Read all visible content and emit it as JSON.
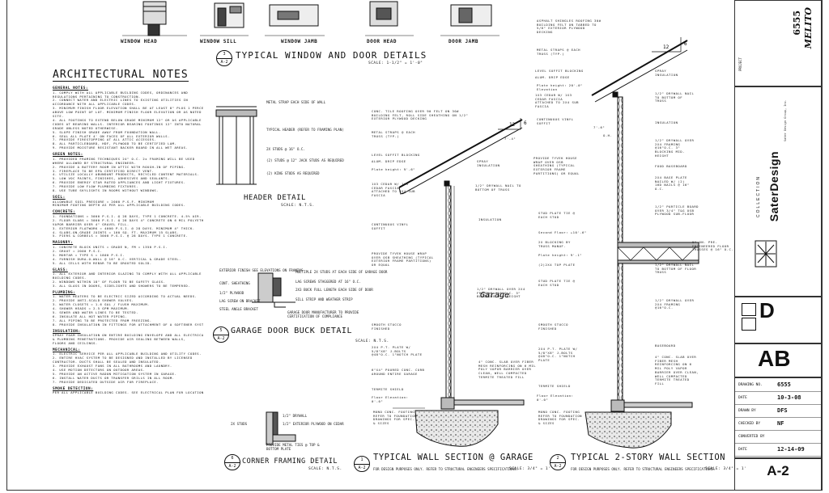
{
  "window_details": {
    "labels": [
      "WINDOW HEAD",
      "WINDOW SILL",
      "WINDOW JAMB",
      "DOOR HEAD",
      "DOOR JAMB"
    ],
    "title": "TYPICAL WINDOW AND DOOR DETAILS",
    "scale": "SCALE: 1-1/2\" = 1'-0\"",
    "tag_top": "3",
    "tag_bottom": "A-2"
  },
  "notes": {
    "title": "ARCHITECTURAL NOTES",
    "sections": [
      {
        "head": "GENERAL NOTES:",
        "lines": [
          "1. COMPLY WITH ALL APPLICABLE BUILDING CODES, ORDINANCES AND",
          "REGULATIONS PERTAINING TO CONSTRUCTION.",
          "2. CONNECT WATER AND ELECTRIC LINES TO EXISTING UTILITIES IN",
          "ACCORDANCE WITH ALL APPLICABLE CODES.",
          "3. MINIMUM FINISH FLOOR ELEVATION SHALL BE AT LEAST 8\" PLUS 1 PERCENT",
          "ABOVE LOW POINT OF LOT. MINIMUM FINISH FLOOR ELEVATION OR AS NOTED ON",
          "SITE.",
          "4. ALL FOOTINGS TO EXTEND BELOW GRADE MINIMUM 12\" OR AS APPLICABLE",
          "CODES AT BEARING WALLS. INTERIOR BEARING FOOTINGS 12\" INTO NATURAL",
          "GRADE UNLESS NOTED OTHERWISE.",
          "5. SLOPE FINISH GRADE AWAY FROM FOUNDATION WALL.",
          "6. SEAL ALL PLATE 4' ON FACES OF ALL EXTERIOR WALLS.",
          "7. PROVIDE FIRESTOPPING AT ALL ATTIC ACCESSES.",
          "8. ALL PARTICLEBOARD, HDF, PLYWOOD TO BE CERTIFIED LAM.",
          "9. PROVIDE MOISTURE RESISTANT BACKER BOARD IN ALL WET AREAS."
        ]
      },
      {
        "head": "GREEN NOTES:",
        "lines": [
          "1. PROVIDED FRAMING TECHNIQUES 24\" O.C. 2x FRAMING WILL BE USED",
          "WHERE ALLOWED BY STRUCTURAL ENGINEER.",
          "2. PROVIDE A BATTERY ROOM IN ATTIC WITH ROUGH-IN OF PIPING.",
          "3. FIREPLACE TO BE EPA CERTIFIED DIRECT VENT.",
          "4. UTILIZE LOCALLY ABUNDANT PRODUCTS, RECYCLED CONTENT MATERIALS.",
          "5. LOW VOC PAINTS, FINISHES, ADHESIVES AND SEALANTS.",
          "6. PROVIDE ENERGY STAR RATED APPLIANCES AND LIGHT FIXTURES.",
          "7. PROVIDE LOW FLOW PLUMBING FIXTURES.",
          "8. USE TUBE SKYLIGHTS IN ROOMS WITHOUT WINDOWS."
        ]
      },
      {
        "head": "SOIL:",
        "lines": [
          "ALLOWABLE SOIL PRESSURE = 2000 P.S.F. MINIMUM",
          "MINIMUM FOOTING DEPTH AS PER ALL APPLICABLE BUILDING CODES."
        ]
      },
      {
        "head": "CONCRETE:",
        "lines": [
          "1. FOUNDATIONS = 3000 P.S.I. @ 28 DAYS, TYPE 1 CONCRETE. 4-5% AIR.",
          "2. FLOOR SLABS = 3000 P.S.I. @ 28 DAYS 4\" CONCRETE ON 6 MIL POLYETHYLENE",
          "VAPOR BARRIER OVER 4\" GRAVEL FILL.",
          "3. EXTERIOR FLATWORK = 4000 P.S.I. @ 28 DAYS. MINIMUM 4\" THICK.",
          "4. SLABS-ON-GRADE JOINTS = 100 SQ. FT. MAXIMUM 15 SLABS.",
          "5. PIERS & CORBELS = 3000 P.S.I. @ 28 DAYS. TYPE 1 CONCRETE."
        ]
      },
      {
        "head": "MASONRY:",
        "lines": [
          "1. CONCRETE BLOCK UNITS = GRADE N, FM = 1350 P.S.I.",
          "2. GROUT = 2000 P.S.I.",
          "3. MORTAR = TYPE S = 1800 P.S.I.",
          "4. FURNISH DURA-O-WALL @ 16\" O.C. VERTICAL & GRADE STEEL.",
          "5. ALL CELLS WITH REBAR TO BE GROUTED SOLID."
        ]
      },
      {
        "head": "GLASS:",
        "lines": [
          "1. ALL EXTERIOR AND INTERIOR GLAZING TO COMPLY WITH ALL APPLICABLE",
          "BUILDING CODES.",
          "2. WINDOWS WITHIN 18\" OF FLOOR TO BE SAFETY GLASS.",
          "3. ALL GLASS IN DOORS, SIDELIGHTS AND SHOWERS TO BE TEMPERED."
        ]
      },
      {
        "head": "PLUMBING:",
        "lines": [
          "1. WATER HEATERS TO BE ELECTRIC SIZED ACCORDING TO ACTUAL NEEDS.",
          "2. PROVIDE ANTI-SCALD SHOWER VALVES.",
          "3. WATER CLOSETS = 1.6 GAL / FLUSH MAXIMUM.",
          "4. SHOWER HEADS = 2.5 GPM MAXIMUM.",
          "5. SEWER AND WATER LINES TO BE TESTED.",
          "6. INSULATE ALL HOT WATER PIPING.",
          "7. ALL PIPING TO BE PROTECTED FROM FREEZING.",
          "8. PROVIDE INSULATION IN FITTINGS FOR ATTACHMENT OF A SOFTENER SYSTEM."
        ]
      },
      {
        "head": "INSULATION:",
        "lines": [
          "SPRAY FOAM INSULATION ON ENTIRE BUILDING ENVELOPE AND ALL ELECTRICAL",
          "& PLUMBING PENETRATIONS. PROVIDE AIR SEALING BETWEEN WALLS,",
          "FLOORS AND CEILINGS."
        ]
      },
      {
        "head": "MECHANICAL:",
        "lines": [
          "1. ELECTRIC SERVICE PER ALL APPLICABLE BUILDING AND UTILITY CODES.",
          "2. ENTIRE HVAC SYSTEM TO BE DESIGNED AND INSTALLED BY LICENSED",
          "CONTRACTOR. DUCTS SHALL BE SEALED AND INSULATED.",
          "3. PROVIDE EXHAUST FANS IN ALL BATHROOMS AND LAUNDRY.",
          "4. USE MOTION DETECTORS ON OUTDOOR AREAS.",
          "5. PROVIDE AN ACTIVE RADON MITIGATION SYSTEM IN GARAGE.",
          "6. INSTALL WATER DUCTS OR TRANSFER GRILLS IN ALL ROOM.",
          "7. PROVIDE DEDICATED OUTSIDE AIR FOR FIREPLACE."
        ]
      },
      {
        "head": "SMOKE DETECTION:",
        "lines": [
          "PER ALL APPLICABLE BUILDING CODES. SEE ELECTRICAL PLAN FOR LOCATIONS."
        ]
      }
    ]
  },
  "header_detail": {
    "title": "HEADER DETAIL",
    "scale": "SCALE: N.T.S.",
    "labels": [
      "METAL STRAP EACH SIDE OF WALL",
      "TYPICAL HEADER (REFER TO FRAMING PLAN)",
      "2X STUDS @ 16\" O.C.",
      "(2) STUDS @ 12\" JACK STUDS AS REQUIRED",
      "(2) KING STUDS AS REQUIRED"
    ]
  },
  "garage_buck": {
    "title": "GARAGE DOOR BUCK DETAIL",
    "scale": "SCALE: N.T.S.",
    "tag_top": "5",
    "tag_bottom": "A-2",
    "labels": [
      "EXTERIOR FINISH SEE ELEVATIONS ON FRAMING",
      "CONT. SHEATHING",
      "1/2\" PLYWOOD",
      "LAG SCREW ON BRACKET",
      "STEEL ANGLE BRACKET",
      "MULTIPLE 2X STUDS AT EACH SIDE OF GARAGE DOOR",
      "LAG SCREWS STAGGERED AT 16\" O.C.",
      "2X3 BUCK FULL LENGTH EACH SIDE OF DOOR",
      "SILL STRIP AND WEATHER STRIP",
      "GARAGE DOOR MANUFACTURER TO PROVIDE CERTIFICATION OF COMPLIANCE"
    ]
  },
  "corner_framing": {
    "title": "CORNER FRAMING DETAIL",
    "scale": "SCALE: N.T.S.",
    "tag_top": "6",
    "tag_bottom": "A-2",
    "labels": [
      "1/2\" DRYWALL",
      "1/2\" EXTERIOR PLYWOOD ON CEDAR",
      "2X STUDS",
      "PROVIDE METAL TIES @ TOP & BOTTOM PLATE"
    ]
  },
  "wall_garage": {
    "title": "TYPICAL WALL SECTION @ GARAGE",
    "room": "Garage",
    "scale": "SCALE: 3/4\" = 1'",
    "tag_top": "1",
    "tag_bottom": "A-2",
    "note": "FOR DESIGN PURPOSES ONLY. REFER TO STRUCTURAL ENGINEERS SPECIFICATIONS.",
    "pitch": "12",
    "rise": "6",
    "labels": [
      "CONC. TILE ROOFING OVER 90 FELT ON 30# BUILDING FELT, ROLL SIDE SHEATHING ON 1/2\" EXTERIOR PLYWOOD DECKING",
      "METAL STRAPS @ EACH TRUSS (TYP.)",
      "LEVEL SOFFIT BLOCKING",
      "ALUM. DRIP EDGE",
      "Plate height: 9'-6\"",
      "1X3 CEDAR W/ 1X3 CEDAR FASCIA ATTACHED TO 2X4 SUB FASCIA",
      "CONTINUOUS VINYL SOFFIT",
      "PROVIDE TYVEK HOUSE WRAP OVER OSB SHEATHING (TYPICAL EXTERIOR FRAME PARTITIONS) OR EQUAL",
      "SMOOTH STUCCO FINISHED",
      "2X4 P.T. PLATE W/ 5/8\"X8\" J-BOLTS @48\"O.C. 1\"NOTCH PLATE",
      "6\"X4\" POURED CONC. CURB AROUND ENTIRE GARAGE",
      "TERMITE SHIELD",
      "Floor Elevation: 0'-0\"",
      "MONO CONC. FOOTING REFER TO FOUNDATION DRAWINGS FOR SPEC. & SIZES",
      "SPRAY INSULATION",
      "1/2\" DRYWALL NAIL TO BOTTOM OF TRUSS",
      "INSULATION",
      "1/2\" DRYWALL OVER 2X4 FRAMING @16\"O.C. 3\" BLOCKING MID-HEIGHT",
      "4\" CONC. SLAB OVER FIBER MESH REINFORCING ON 6 MIL POLY VAPOR BARRIER OVER CLEAN, WELL COMPACTED TERMITE TREATED FILL",
      "7'-4\""
    ]
  },
  "wall_2story": {
    "title": "TYPICAL 2-STORY WALL SECTION",
    "scale": "SCALE: 3/4\" = 1'",
    "tag_top": "2",
    "tag_bottom": "A-2",
    "note": "FOR DESIGN PURPOSES ONLY. REFER TO STRUCTURAL ENGINEERS SPECIFICATIONS.",
    "pitch": "12",
    "rise": "6",
    "labels": [
      "ASPHALT SHINGLES ROOFING 30# BUILDING FELT ON TABBED TO 5/8\" EXTERIOR PLYWOOD DECKING",
      "METAL STRAPS @ EACH TRUSS (TYP.)",
      "LEVEL SOFFIT BLOCKING",
      "ALUM. DRIP EDGE",
      "Plate height: 20'-0\" Elevation",
      "1X3 CEDAR W/ 1X3 CEDAR FASCIA ATTACHED TO 2X4 SUB FASCIA",
      "CONTINUOUS VINYL SOFFIT",
      "PROVIDE TYVEK HOUSE WRAP OVER OSB SHEATHING (TYPICAL EXTERIOR FRAME PARTITIONS) OR EQUAL",
      "STUD PLATE TIE @ EACH STUD",
      "Second Floor: +10'-6\"",
      "2X BLOCKING BY TRUSS MANUF.",
      "Plate height: 9'-1\"",
      "(2)2X4 TOP PLATE",
      "STUD PLATE TIE @ EACH STUD",
      "SMOOTH STUCCO FINISHED",
      "2X4 P.T. PLATE W/ 5/8\"X8\" J-BOLTS @48\"O.C. 1\"NOTCH PLATE",
      "TERMITE SHIELD",
      "Floor Elevation: 0'-0\"",
      "MONO CONC. FOOTING REFER TO FOUNDATION DRAWINGS FOR SPEC. & SIZES",
      "SPRAY INSULATION",
      "1/2\" DRYWALL NAIL TO BOTTOM OF TRUSS",
      "INSULATION",
      "1/2\" DRYWALL OVER 2X4 FRAMING @16\"O.C. 3\" BLOCKING MID-HEIGHT",
      "FOOD BASEBOARD",
      "2X4 BASE PLATE NAILED W/ (2) 16D NAILS @ 16\" O.C.",
      "1/2\" PARTICLE BOARD OVER 3/4\" T&G OSB PLYWOOD SUB-FLOOR",
      "9\" ON. PRE-ENGINEERED FLOOR TRUSSES @ 16\" O.C.",
      "1/2\" DRYWALL NAIL TO BOTTOM OF FLOOR TRUSS",
      "1/2\" DRYWALL OVER 2X4 FRAMING @16\"O.C.",
      "BASEBOARD",
      "4\" CONC. SLAB OVER FIBER MESH REINFORCING ON 6 MIL POLY VAPOR BARRIER OVER CLEAN, WELL COMPACTED TERMITE TREATED FILL",
      "7'-6\"",
      "O.H."
    ]
  },
  "title_block": {
    "project_label": "PROJECT",
    "project_name": "MELITO",
    "plan_number": "6555",
    "brand": "SaterDesign",
    "brand_sub": "COLLECTION",
    "firm_address": "Sater Design Group, Inc.",
    "arch_left": "A",
    "arch_right": "B",
    "arch_d": "D",
    "drawing_no_label": "DRAWING NO.",
    "drawing_no": "6555",
    "date_label": "DATE",
    "date": "10-3-08",
    "drawn_label": "DRAWN BY",
    "drawn": "DFS",
    "checked_label": "CHECKED BY",
    "checked": "NF",
    "converted_label": "CONVERTED BY",
    "converted": "",
    "revised_label": "DATE",
    "revised": "12-14-09",
    "sheet": "A-2"
  },
  "chart_data": null
}
